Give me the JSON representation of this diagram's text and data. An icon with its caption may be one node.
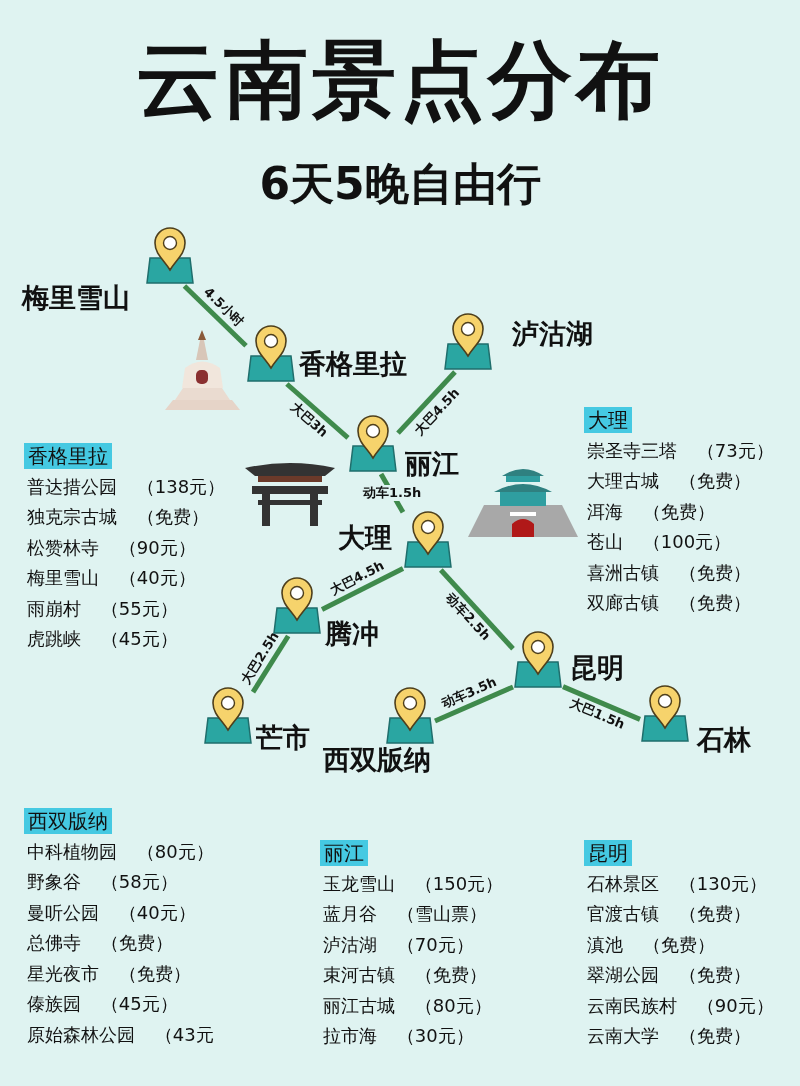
{
  "diagram": {
    "title": "云南景点分布",
    "nodes": [
      {
        "text": [
          "梅里雪山"
        ]
      },
      {
        "text": [
          "香格里拉"
        ]
      },
      {
        "text": [
          "泸沽湖"
        ]
      },
      {
        "text": [
          "丽江"
        ]
      },
      {
        "text": [
          "大理"
        ]
      },
      {
        "text": [
          "腾冲"
        ]
      },
      {
        "text": [
          "昆明"
        ]
      },
      {
        "text": [
          "芒市"
        ]
      },
      {
        "text": [
          "西双版纳"
        ]
      },
      {
        "text": [
          "石林"
        ]
      }
    ],
    "edges": [
      {
        "from": 0,
        "to": 1,
        "arrow": "none",
        "label": "4.5小时"
      },
      {
        "from": 1,
        "to": 3,
        "arrow": "none",
        "label": "大巴3h"
      },
      {
        "from": 2,
        "to": 3,
        "arrow": "none",
        "label": "大巴4.5h"
      },
      {
        "from": 3,
        "to": 4,
        "arrow": "none",
        "label": "动车1.5h"
      },
      {
        "from": 4,
        "to": 5,
        "arrow": "none",
        "label": "大巴4.5h"
      },
      {
        "from": 4,
        "to": 6,
        "arrow": "none",
        "label": "动车2.5h"
      },
      {
        "from": 5,
        "to": 7,
        "arrow": "none",
        "label": "大巴2.5h"
      },
      {
        "from": 6,
        "to": 8,
        "arrow": "none",
        "label": "动车3.5h"
      },
      {
        "from": 6,
        "to": 9,
        "arrow": "none",
        "label": "大巴1.5h"
      }
    ],
    "labels": [
      "6天5晚自由行",
      "香格里拉",
      "普达措公园 （138元）",
      "独克宗古城 （免费）",
      "松赞林寺 （90元）",
      "梅里雪山 （40元）",
      "雨崩村 （55元）",
      "虎跳峡 （45元）",
      "大理",
      "崇圣寺三塔 （73元）",
      "大理古城 （免费）",
      "洱海 （免费）",
      "苍山 （100元）",
      "喜洲古镇 （免费）",
      "双廊古镇 （免费）",
      "西双版纳",
      "中科植物园 （80元）",
      "野象谷 （58元）",
      "曼听公园 （40元）",
      "总佛寺 （免费）",
      "星光夜市 （免费）",
      "傣族园 （45元）",
      "原始森林公园 （43元",
      "丽江",
      "玉龙雪山 （150元）",
      "蓝月谷 （雪山票）",
      "泸沽湖 （70元）",
      "束河古镇 （免费）",
      "丽江古城 （80元）",
      "拉市海 （30元）",
      "昆明",
      "石林景区 （130元）",
      "官渡古镇 （免费）",
      "滇池 （免费）",
      "翠湖公园 （免费）",
      "云南民族村 （90元）",
      "云南大学 （免费）"
    ]
  }
}
